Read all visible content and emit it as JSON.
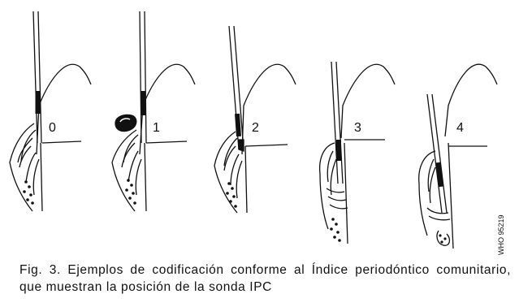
{
  "panels": [
    {
      "code": "0"
    },
    {
      "code": "1"
    },
    {
      "code": "2"
    },
    {
      "code": "3"
    },
    {
      "code": "4"
    }
  ],
  "credit": "WHO 95219",
  "caption": "Fig. 3. Ejemplos de codificación conforme al Índice periodóntico comunitario, que muestran la posición de la sonda IPC"
}
